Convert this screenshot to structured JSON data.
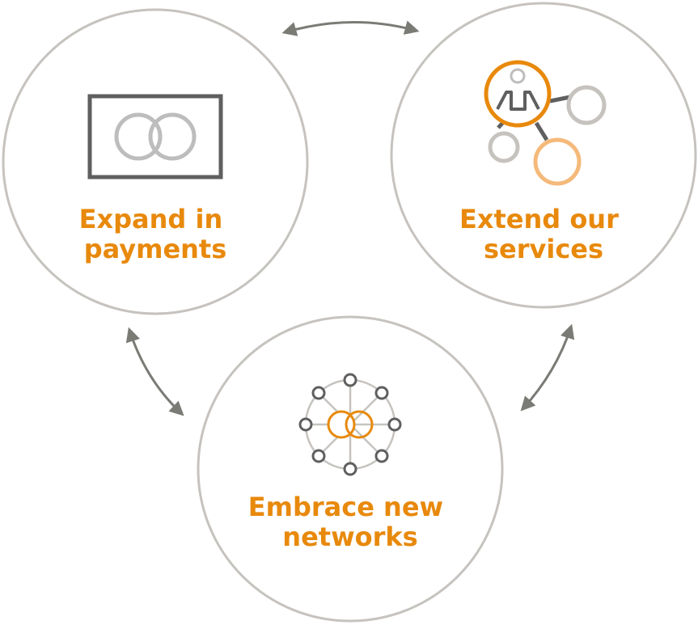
{
  "colors": {
    "orange": "#E8890C",
    "light_orange": "#F5B97A",
    "gray_ring": "#C6C3BF",
    "dark_gray": "#5F5F5F",
    "light_gray": "#BDBDBD",
    "arrow_gray": "#7B7B76"
  },
  "nodes": [
    {
      "id": "expand",
      "icon": "card-with-rings-icon",
      "label_lines": [
        "Expand in",
        "payments"
      ]
    },
    {
      "id": "extend",
      "icon": "person-network-icon",
      "label_lines": [
        "Extend our",
        "services"
      ]
    },
    {
      "id": "embrace",
      "icon": "network-hub-icon",
      "label_lines": [
        "Embrace new",
        "networks"
      ]
    }
  ],
  "connections": [
    {
      "from": "expand",
      "to": "extend",
      "bidirectional": true
    },
    {
      "from": "expand",
      "to": "embrace",
      "bidirectional": true
    },
    {
      "from": "extend",
      "to": "embrace",
      "bidirectional": true
    }
  ]
}
